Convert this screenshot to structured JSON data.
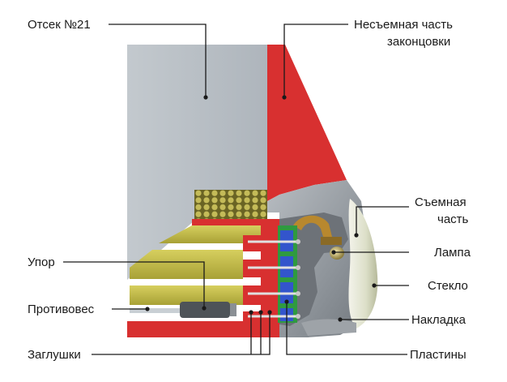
{
  "diagram": {
    "labels": {
      "compartment": "Отсек №21",
      "fixed_part_line1": "Несъемная часть",
      "fixed_part_line2": "законцовки",
      "removable_line1": "Съемная",
      "removable_line2": "часть",
      "lamp": "Лампа",
      "glass": "Стекло",
      "cover": "Накладка",
      "plates": "Пластины",
      "stop": "Упор",
      "counterweight": "Противовес",
      "plugs": "Заглушки"
    },
    "colors": {
      "compartment": "#b9c0c6",
      "fixed_part": "#d83030",
      "fairing": "#a8adb2",
      "yellow": "#c9c24a",
      "green": "#2f9a40",
      "blue": "#3355cc",
      "glass": "#e4e6d8",
      "cover": "#7a7f86"
    }
  }
}
